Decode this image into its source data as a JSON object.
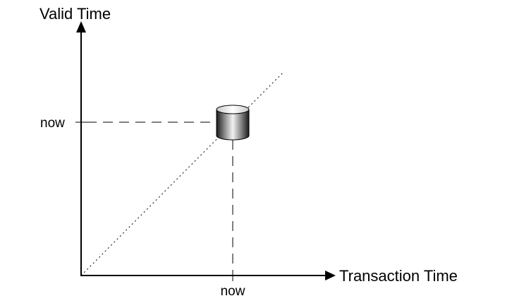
{
  "diagram": {
    "y_axis_label": "Valid Time",
    "x_axis_label": "Transaction Time",
    "y_marker_label": "now",
    "x_marker_label": "now",
    "database_icon": "cylinder-database-icon",
    "colors": {
      "line": "#000000",
      "background": "#ffffff"
    }
  }
}
